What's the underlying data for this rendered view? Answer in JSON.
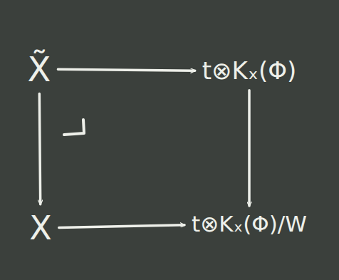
{
  "diagram": {
    "nodes": [
      {
        "text": [
          "X̃"
        ]
      },
      {
        "text": [
          "t⊗Kₓ(Φ)"
        ]
      },
      {
        "text": [
          "X"
        ]
      },
      {
        "text": [
          "t⊗Kₓ(Φ)/W"
        ]
      }
    ],
    "edges": [
      {
        "from": 0,
        "to": 1,
        "arrow": "to"
      },
      {
        "from": 0,
        "to": 2,
        "arrow": "to"
      },
      {
        "from": 1,
        "to": 3,
        "arrow": "to"
      },
      {
        "from": 2,
        "to": 3,
        "arrow": "to"
      }
    ]
  }
}
